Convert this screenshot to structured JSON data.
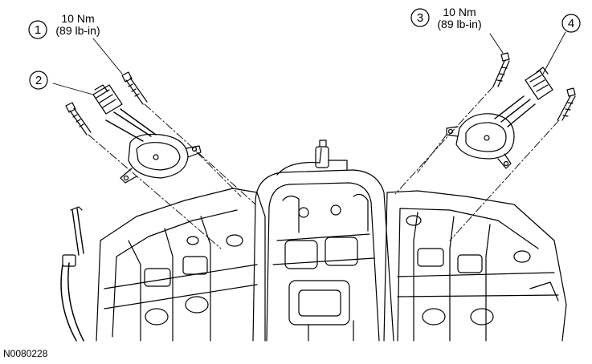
{
  "callouts": [
    {
      "number": "1",
      "torque_line1": "10 Nm",
      "torque_line2": "(89 lb-in)"
    },
    {
      "number": "2"
    },
    {
      "number": "3",
      "torque_line1": "10 Nm",
      "torque_line2": "(89 lb-in)"
    },
    {
      "number": "4"
    }
  ],
  "figure_id": "N0080228",
  "colors": {
    "line": "#000000",
    "background": "#ffffff"
  }
}
